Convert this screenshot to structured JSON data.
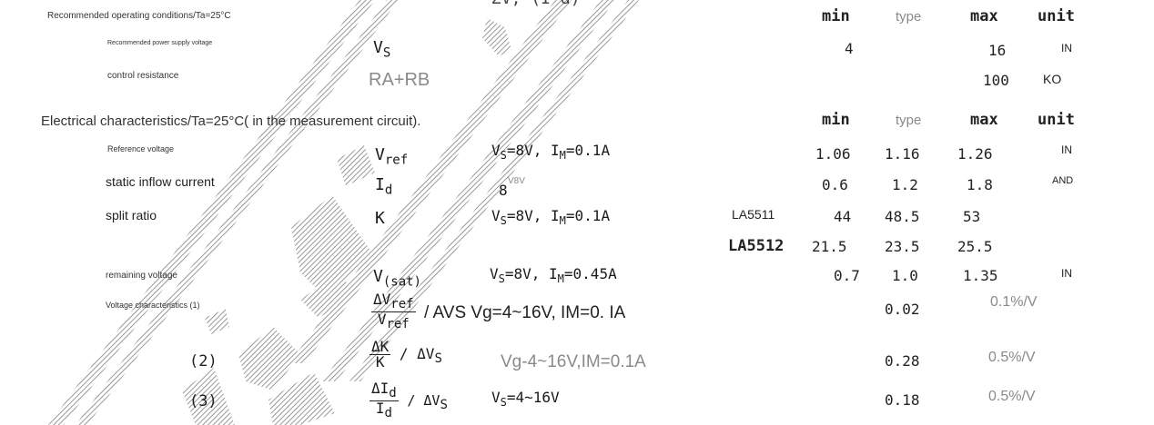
{
  "section1": {
    "title": "Recommended operating conditions/Ta=25°C",
    "headers": {
      "min": "min",
      "type": "type",
      "max": "max",
      "unit": "unit"
    },
    "rows": [
      {
        "name": "Recommended power supply voltage",
        "symbol": "V",
        "symbol_sub": "S",
        "min": "4",
        "max": "16",
        "unit": "IN"
      },
      {
        "name": "control resistance",
        "symbol_text": "RA+RB",
        "max": "100",
        "unit": "KO"
      }
    ]
  },
  "section2": {
    "title": "Electrical characteristics/Ta=25°C( in the measurement circuit).",
    "headers": {
      "min": "min",
      "type": "type",
      "max": "max",
      "unit": "unit"
    },
    "rows": [
      {
        "name": "Reference voltage",
        "symbol": "V",
        "symbol_sub": "ref",
        "cond1": "V",
        "cond1_sub": "S",
        "cond1_rest": "=8V, I",
        "cond1_sub2": "M",
        "cond1_tail": "=0.1A",
        "min": "1.06",
        "typ": "1.16",
        "max": "1.26",
        "unit": "IN"
      },
      {
        "name": "static inflow current",
        "symbol": "I",
        "symbol_sub": "d",
        "cond_mark": "8",
        "cond_small": "V8V",
        "min": "0.6",
        "typ": "1.2",
        "max": "1.8",
        "unit": "AND"
      },
      {
        "name": "split ratio",
        "symbol": "K",
        "cond1": "V",
        "cond1_sub": "S",
        "cond1_rest": "=8V, I",
        "cond1_sub2": "M",
        "cond1_tail": "=0.1A",
        "variant": "LA5511",
        "min": "44",
        "typ": "48.5",
        "max": "53"
      },
      {
        "variant": "LA5512",
        "min": "21.5",
        "typ": "23.5",
        "max": "25.5"
      },
      {
        "name": "remaining voltage",
        "symbol": "V",
        "symbol_sub": "(sat)",
        "cond1": "V",
        "cond1_sub": "S",
        "cond1_rest": "=8V, I",
        "cond1_sub2": "M",
        "cond1_tail": "=0.45A",
        "min": "0.7",
        "typ": "1.0",
        "max": "1.35",
        "unit": "IN"
      },
      {
        "name": "Voltage characteristics (1)",
        "frac_num": "ΔV",
        "frac_num_sub": "ref",
        "frac_den": "V",
        "frac_den_sub": "ref",
        "cond_text": "/ AVS Vg=4~16V, IM=0. IA",
        "typ": "0.02",
        "max": "0.1%/V"
      },
      {
        "name": "(2)",
        "frac_num": "ΔK",
        "frac_den": "K",
        "tail": "/ ΔV",
        "tail_sub": "S",
        "cond_text": "Vg-4~16V,IM=0.1A",
        "typ": "0.28",
        "max": "0.5%/V"
      },
      {
        "name": "(3)",
        "frac_num": "ΔI",
        "frac_num_sub": "d",
        "frac_den": "I",
        "frac_den_sub": "d",
        "tail": "/ ΔV",
        "tail_sub": "S",
        "cond1": "V",
        "cond1_sub": "S",
        "cond1_tail": "=4~16V",
        "typ": "0.18",
        "max": "0.5%/V"
      }
    ]
  },
  "top_fragment": "ΣV, (I d)"
}
